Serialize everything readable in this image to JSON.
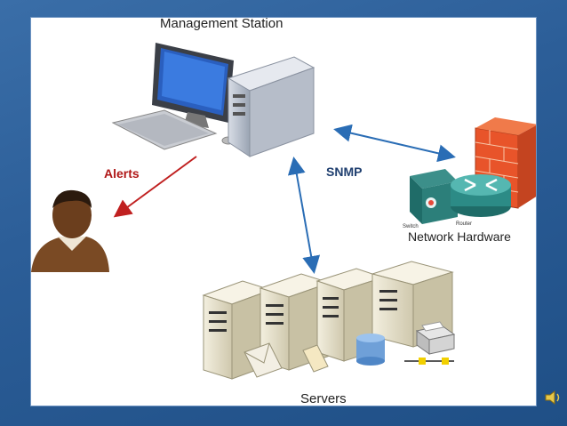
{
  "nodes": {
    "management_station": "Management Station",
    "network_hardware": "Network Hardware",
    "switch": "Switch",
    "router": "Router",
    "servers": "Servers"
  },
  "edges": {
    "alerts": "Alerts",
    "snmp": "SNMP"
  },
  "colors": {
    "background": "#2c5e98",
    "alert_arrow": "#c02020",
    "snmp_arrow": "#2a6db5",
    "server_body": "#e8e2cc",
    "firewall": "#e8542a"
  },
  "icons": [
    "computer-icon",
    "person-icon",
    "firewall-icon",
    "switch-icon",
    "router-icon",
    "server-icon",
    "database-icon",
    "envelope-icon",
    "document-icon",
    "printer-icon",
    "speaker-icon"
  ]
}
